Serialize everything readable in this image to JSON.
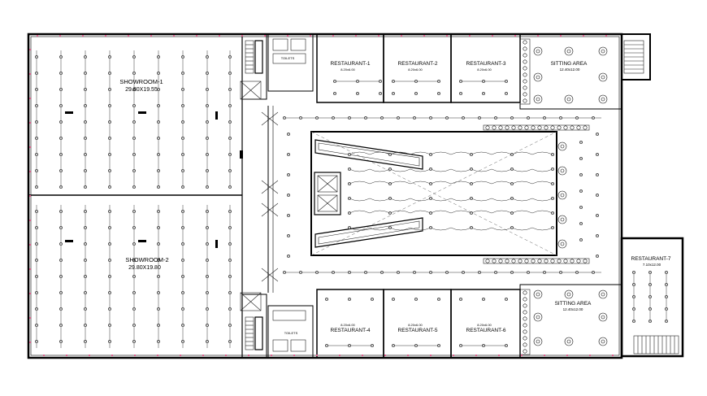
{
  "plan": {
    "rooms": {
      "showroom1": {
        "name": "SHOWROOM-1",
        "size": "29.80X19.55"
      },
      "showroom2": {
        "name": "SHOWROOM-2",
        "size": "29.80X19.80"
      },
      "restaurant1": {
        "name": "RESTAURANT-1",
        "size": "8.20x6.00"
      },
      "restaurant2": {
        "name": "RESTAURANT-2",
        "size": "8.20x6.00"
      },
      "restaurant3": {
        "name": "RESTAURANT-3",
        "size": "8.20x6.00"
      },
      "restaurant4": {
        "name": "RESTAURANT-4",
        "size": "8.20x6.00"
      },
      "restaurant5": {
        "name": "RESTAURANT-5",
        "size": "8.20x6.00"
      },
      "restaurant6": {
        "name": "RESTAURANT-6",
        "size": "8.20x6.00"
      },
      "restaurant7": {
        "name": "RESTAURANT-7",
        "size": "7.10x12.00"
      },
      "sitting_top": {
        "name": "SITTING AREA",
        "size": "12.40x12.00"
      },
      "sitting_bottom": {
        "name": "SITTING AREA",
        "size": "12.40x12.00"
      },
      "toilet_top": {
        "name": "TOILETS"
      },
      "toilet_bottom": {
        "name": "TOILETS"
      }
    },
    "colors": {
      "walls": "#000000",
      "outlets": "#e0608f",
      "background": "#ffffff"
    }
  }
}
